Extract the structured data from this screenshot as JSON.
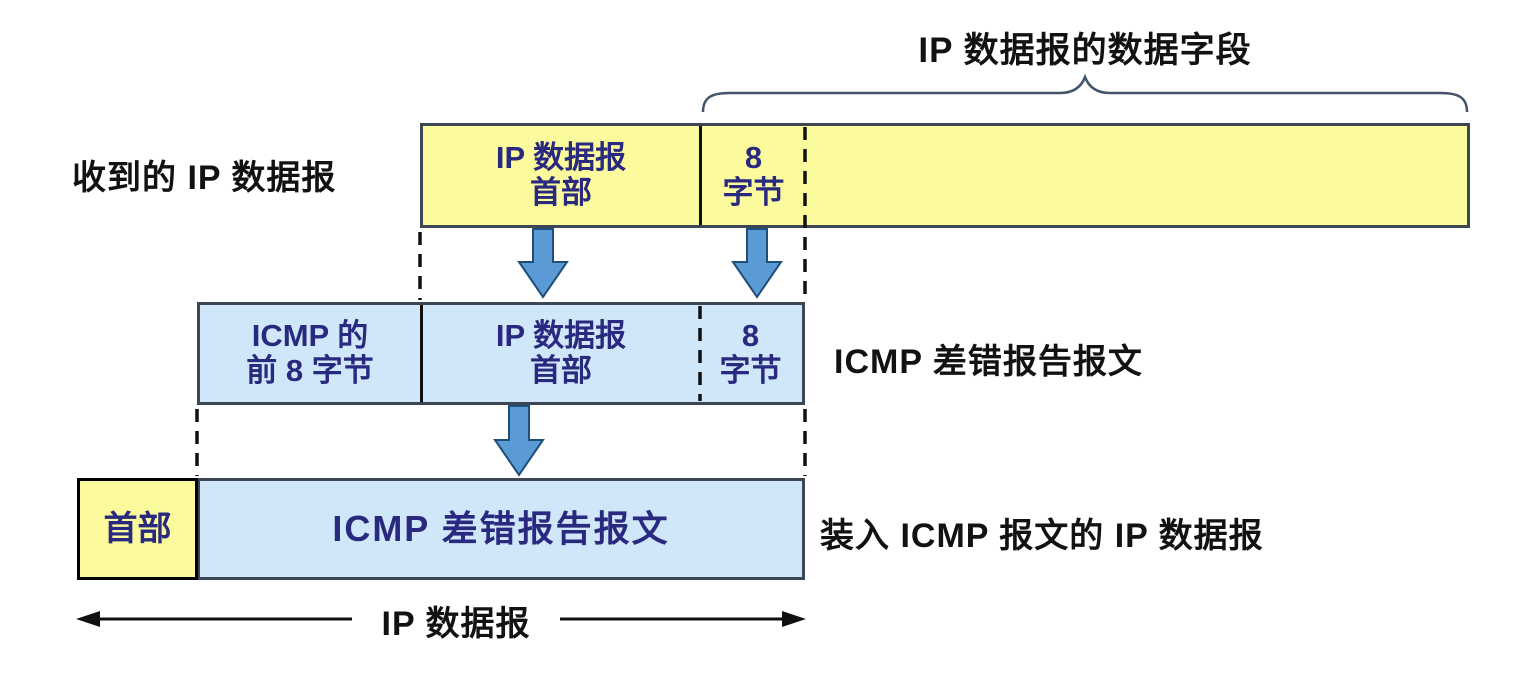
{
  "colors": {
    "yellow_fill": "#fbfa9d",
    "blue_fill": "#cfe7f9",
    "arrow_blue": "#5b9bd5",
    "arrow_stroke": "#1f4e79",
    "text_navy": "#29297f",
    "text_black": "#121212",
    "box_border": "#3d4653",
    "brace": "#44546a"
  },
  "header": {
    "brace_label": "IP 数据报的数据字段"
  },
  "row_received": {
    "label": "收到的 IP 数据报",
    "cells": {
      "header_l1": "IP 数据报",
      "header_l2": "首部",
      "bytes_l1": "8",
      "bytes_l2": "字节"
    }
  },
  "row_icmp": {
    "label": "ICMP 差错报告报文",
    "cells": {
      "front8_l1": "ICMP 的",
      "front8_l2": "前 8 字节",
      "header_l1": "IP 数据报",
      "header_l2": "首部",
      "bytes_l1": "8",
      "bytes_l2": "字节"
    }
  },
  "row_encapsulated": {
    "label": "装入 ICMP 报文的 IP 数据报",
    "cells": {
      "header": "首部",
      "body": "ICMP 差错报告报文"
    }
  },
  "footer": {
    "measure_label": "IP 数据报"
  }
}
